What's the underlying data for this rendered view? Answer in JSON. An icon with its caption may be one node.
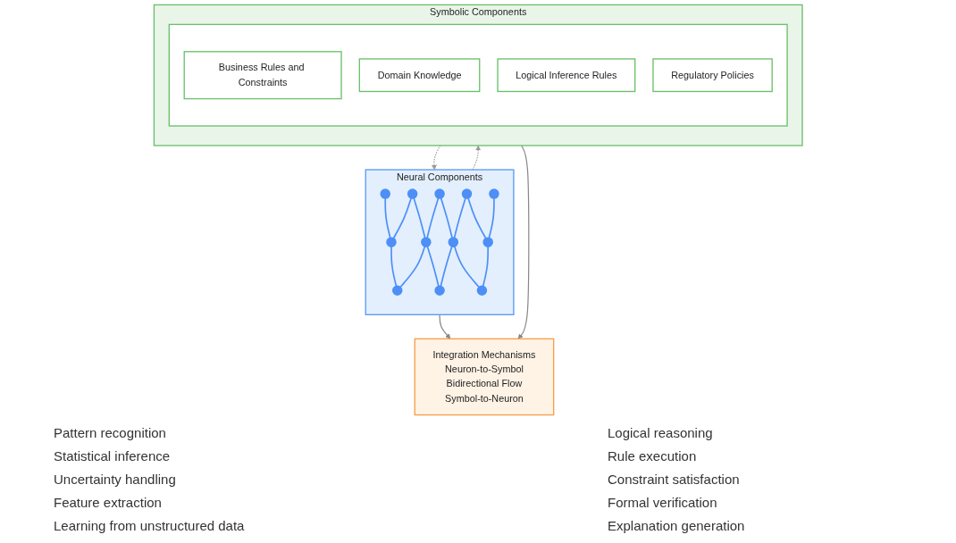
{
  "diagram": {
    "nodes": [
      {
        "text": [
          "Neural Components"
        ]
      },
      {
        "text": [],
        "shape": "circle",
        "in": 0
      },
      {
        "text": [],
        "shape": "circle",
        "in": 0
      },
      {
        "text": [],
        "shape": "circle",
        "in": 0
      },
      {
        "text": [],
        "shape": "circle",
        "in": 0
      },
      {
        "text": [],
        "shape": "circle",
        "in": 0
      },
      {
        "text": [],
        "shape": "circle",
        "in": 0
      },
      {
        "text": [],
        "shape": "circle",
        "in": 0
      },
      {
        "text": [],
        "shape": "circle",
        "in": 0
      },
      {
        "text": [],
        "shape": "circle",
        "in": 0
      },
      {
        "text": [],
        "shape": "circle",
        "in": 0
      },
      {
        "text": [],
        "shape": "circle",
        "in": 0
      },
      {
        "text": [],
        "shape": "circle",
        "in": 0
      },
      {
        "text": [
          "Symbolic Components"
        ]
      },
      {
        "text": [],
        "shape": "box",
        "in": 13
      },
      {
        "text": [
          "Business Rules and Constraints"
        ],
        "in": 14
      },
      {
        "text": [
          "Domain Knowledge"
        ],
        "in": 14
      },
      {
        "text": [
          "Logical Inference Rules"
        ],
        "in": 14
      },
      {
        "text": [
          "Regulatory Policies"
        ],
        "in": 14
      },
      {
        "text": [
          "Integration Mechanisms",
          "Neuron-to-Symbol",
          "Bidirectional Flow",
          "Symbol-to-Neuron"
        ]
      }
    ],
    "edges": [
      {
        "from": 0,
        "to": 13,
        "arrow": "to",
        "style": "dashed",
        "color": "#999999"
      },
      {
        "from": 13,
        "to": 0,
        "arrow": "to",
        "style": "dashed",
        "color": "#999999"
      },
      {
        "from": 0,
        "to": 19,
        "arrow": "to",
        "color": "#888888"
      },
      {
        "from": 13,
        "to": 19,
        "arrow": "to",
        "color": "#888888"
      },
      {
        "from": 1,
        "to": 6,
        "arrow": "none"
      },
      {
        "from": 2,
        "to": 6,
        "arrow": "none"
      },
      {
        "from": 2,
        "to": 7,
        "arrow": "none"
      },
      {
        "from": 3,
        "to": 7,
        "arrow": "none"
      },
      {
        "from": 3,
        "to": 8,
        "arrow": "none"
      },
      {
        "from": 4,
        "to": 8,
        "arrow": "none"
      },
      {
        "from": 4,
        "to": 9,
        "arrow": "none"
      },
      {
        "from": 5,
        "to": 9,
        "arrow": "none"
      },
      {
        "from": 6,
        "to": 10,
        "arrow": "none"
      },
      {
        "from": 7,
        "to": 10,
        "arrow": "none"
      },
      {
        "from": 7,
        "to": 11,
        "arrow": "none"
      },
      {
        "from": 8,
        "to": 11,
        "arrow": "none"
      },
      {
        "from": 8,
        "to": 12,
        "arrow": "none"
      },
      {
        "from": 9,
        "to": 12,
        "arrow": "none"
      }
    ],
    "labels": [
      "Pattern recognition",
      "Statistical inference",
      "Uncertainty handling",
      "Feature extraction",
      "Learning from unstructured data",
      "Logical reasoning",
      "Rule execution",
      "Constraint satisfaction",
      "Formal verification",
      "Explanation generation"
    ]
  }
}
